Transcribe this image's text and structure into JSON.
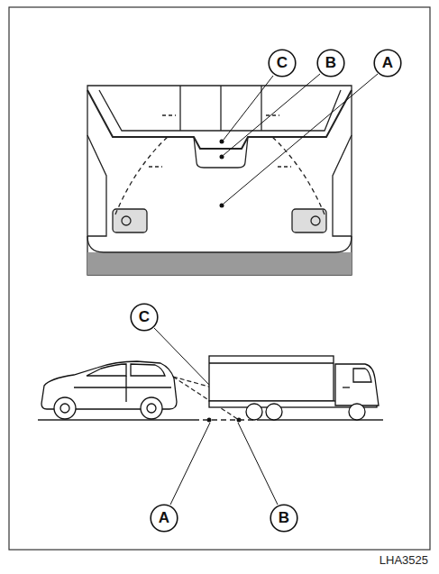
{
  "diagram": {
    "nodes": [
      {
        "text": [
          "C"
        ]
      },
      {
        "text": [
          "B"
        ]
      },
      {
        "text": [
          "A"
        ]
      },
      {
        "text": [
          "C"
        ]
      },
      {
        "text": [
          "A"
        ]
      },
      {
        "text": [
          "B"
        ]
      }
    ],
    "labels": [
      "LHA3525"
    ]
  }
}
